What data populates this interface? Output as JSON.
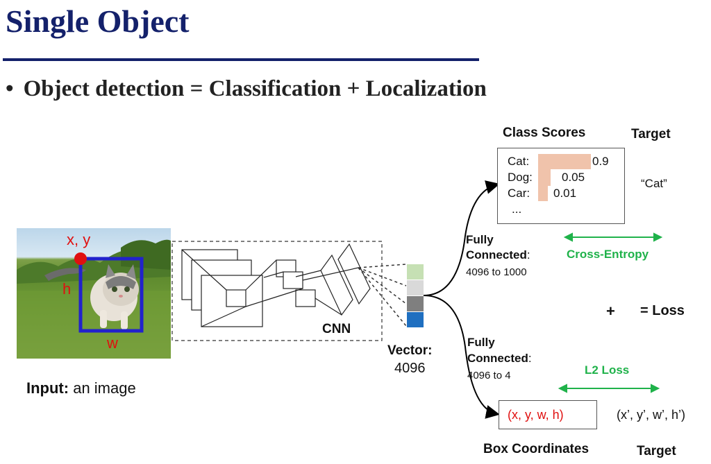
{
  "slide": {
    "title": "Single Object",
    "bullet": "Object detection = Classification + Localization"
  },
  "input": {
    "label_bold": "Input:",
    "label_rest": " an image",
    "xy_label": "x, y",
    "h_label": "h",
    "w_label": "w"
  },
  "cnn_label": "CNN",
  "vector": {
    "label": "Vector:",
    "size": "4096"
  },
  "upper_branch": {
    "fc_line1": "Fully",
    "fc_line2": "Connected",
    "fc_colon": ":",
    "fc_dims": "4096 to 1000"
  },
  "lower_branch": {
    "fc_line1": "Fully",
    "fc_line2": "Connected",
    "fc_colon": ":",
    "fc_dims": "4096 to 4"
  },
  "class_scores": {
    "title": "Class Scores",
    "rows": [
      {
        "label": "Cat:",
        "value": "0.9",
        "score": 0.9
      },
      {
        "label": "Dog:",
        "value": "0.05",
        "score": 0.05
      },
      {
        "label": "Car:",
        "value": "0.01",
        "score": 0.01
      }
    ],
    "more": "..."
  },
  "targets": {
    "class_title": "Target",
    "class_value": "“Cat”",
    "box_title": "Target",
    "box_value": "(x’, y’, w’, h’)"
  },
  "losses": {
    "cross_entropy": "Cross-Entropy",
    "l2": "L2 Loss",
    "plus": "+",
    "total": "= Loss"
  },
  "box": {
    "title": "Box Coordinates",
    "value": "(x, y, w, h)"
  },
  "colors": {
    "title": "#14216b",
    "bbox": "#2222cc",
    "red": "#e01010",
    "green": "#1fb24a",
    "score_bar": "#f0c3ab",
    "vector_cells": [
      "#c6e0b4",
      "#d9d9d9",
      "#7f7f7f",
      "#1f6fc0"
    ]
  }
}
